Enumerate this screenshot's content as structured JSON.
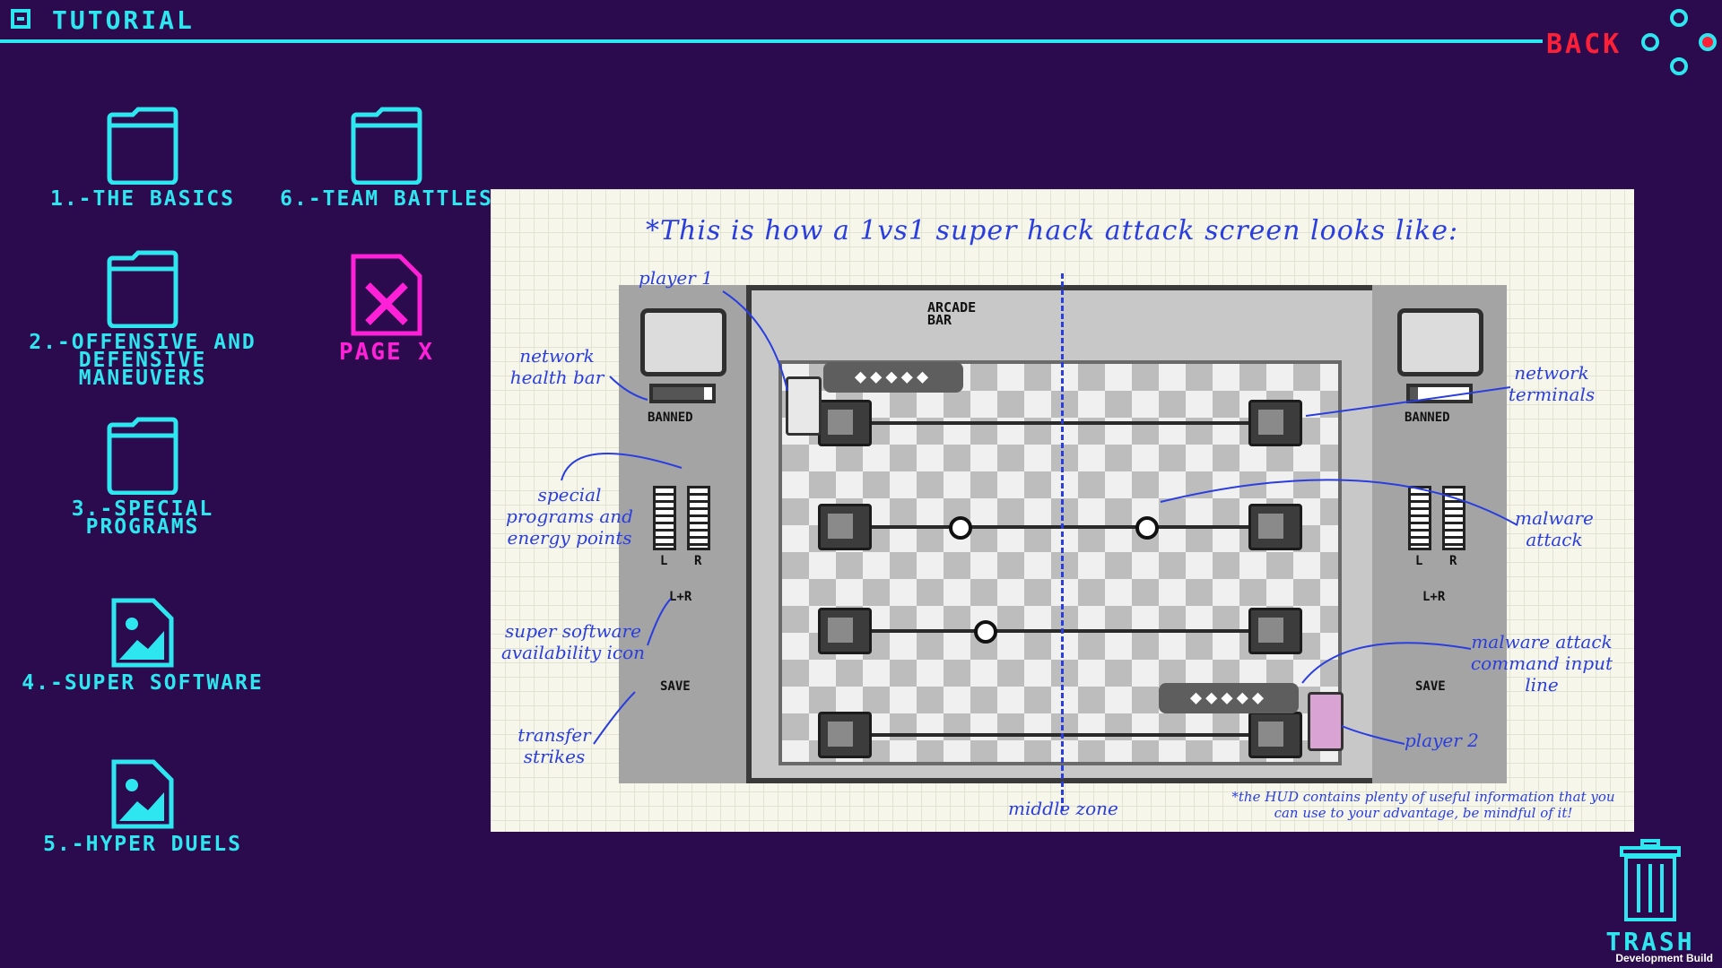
{
  "header": {
    "title": "TUTORIAL",
    "back_label": "BACK"
  },
  "menu": [
    {
      "label": "1.-THE BASICS",
      "icon": "folder-icon"
    },
    {
      "label": "2.-OFFENSIVE AND DEFENSIVE MANEUVERS",
      "icon": "folder-icon"
    },
    {
      "label": "3.-SPECIAL PROGRAMS",
      "icon": "folder-icon"
    },
    {
      "label": "4.-SUPER SOFTWARE",
      "icon": "image-icon"
    },
    {
      "label": "5.-HYPER DUELS",
      "icon": "image-icon"
    },
    {
      "label": "6.-TEAM BATTLES",
      "icon": "folder-icon"
    },
    {
      "label": "PAGE X",
      "icon": "missing-file-icon",
      "color": "#ff20d8"
    }
  ],
  "panel": {
    "title": "*This is how a 1vs1 super hack attack screen looks like:",
    "annotations": {
      "player1": "player 1",
      "health": "network health bar",
      "special": "special programs and energy points",
      "super": "super software availability icon",
      "transfer": "transfer strikes",
      "terminals": "network terminals",
      "malware": "malware attack",
      "cmd": "malware attack command input line",
      "player2": "player 2",
      "middle": "middle zone",
      "footnote": "*the HUD contains plenty of useful information that you can use to your advantage, be mindful of it!"
    }
  },
  "game": {
    "left_status": "BANNED",
    "right_status": "BANNED",
    "left_energy_labels": [
      "L",
      "R"
    ],
    "right_energy_labels": [
      "L",
      "R"
    ],
    "lr_label": "L+R",
    "save_label": "SAVE",
    "bar_sign": "ARCADE BAR",
    "cmd_top": "◆◆◆◆◆",
    "cmd_bottom": "◆◆◆◆◆"
  },
  "trash": {
    "label": "TRASH"
  },
  "build": {
    "label": "Development Build"
  },
  "colors": {
    "accent": "#2ee6f0",
    "back": "#ff2038",
    "background": "#2b0b4d",
    "annotation": "#2a3ee0",
    "page_x": "#ff20d8"
  }
}
